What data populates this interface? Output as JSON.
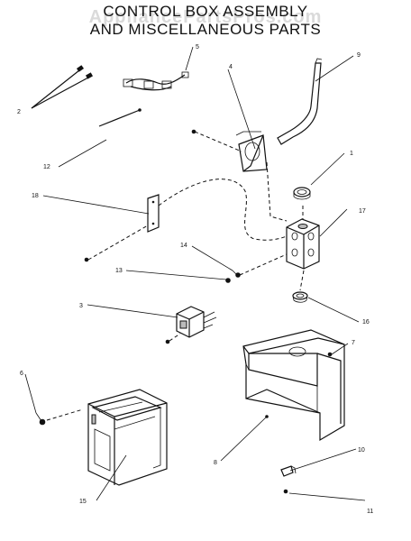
{
  "title": {
    "line1": "CONTROL BOX ASSEMBLY",
    "line2": "AND MISCELLANEOUS PARTS"
  },
  "watermark": "AppliancePartsPros.com",
  "callouts": {
    "p1": "1",
    "p2": "2",
    "p3": "3",
    "p4": "4",
    "p5": "5",
    "p6": "6",
    "p7": "7",
    "p8": "8",
    "p9": "9",
    "p10": "10",
    "p11": "11",
    "p12": "12",
    "p13": "13",
    "p14": "14",
    "p15": "15",
    "p16": "16",
    "p17": "17",
    "p18": "18"
  }
}
